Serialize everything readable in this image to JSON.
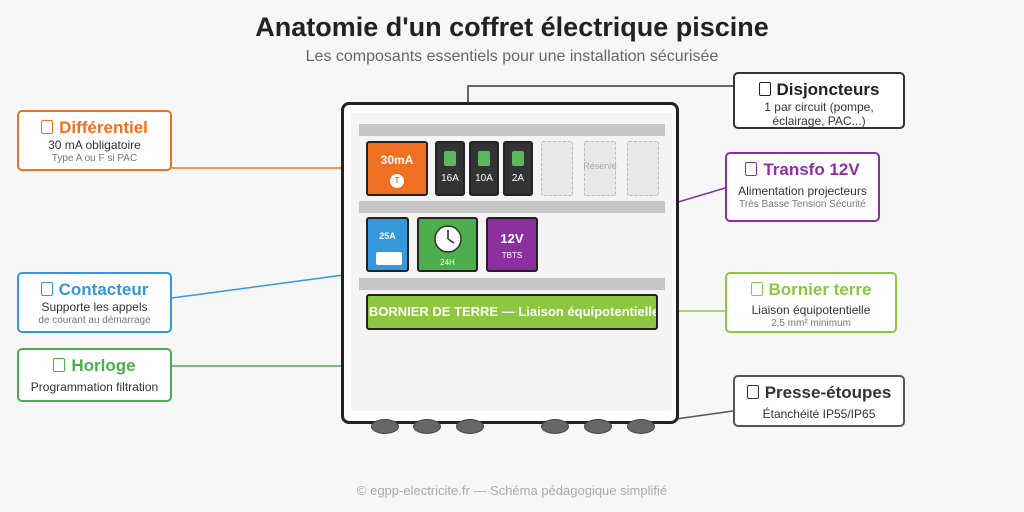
{
  "title": "Anatomie d'un coffret électrique piscine",
  "subtitle": "Les composants essentiels pour une installation sécurisée",
  "footer": "© egpp-electricite.fr — Schéma pédagogique simplifié",
  "colors": {
    "differentiel": "#f07023",
    "contacteur": "#3498db",
    "horloge": "#4cae4c",
    "transfo": "#8e2fa0",
    "bornier": "#8dc63f",
    "disjoncteur": "#333333"
  },
  "modules": {
    "differentiel": {
      "label": "30mA",
      "button": "T"
    },
    "breakers": [
      "16A",
      "10A",
      "2A"
    ],
    "reserve": "Réserve",
    "contacteur": {
      "label": "25A"
    },
    "horloge": {
      "label": "24H",
      "icon": "clock-icon"
    },
    "transfo": {
      "label": "12V",
      "sub": "TBTS"
    },
    "bornier": {
      "label": "BORNIER DE TERRE — Liaison équipotentielle"
    }
  },
  "callouts": {
    "differentiel": {
      "title": "Différentiel",
      "line1": "30 mA obligatoire",
      "line2": "Type A ou F si PAC"
    },
    "contacteur": {
      "title": "Contacteur",
      "line1": "Supporte les appels",
      "line2": "de courant au démarrage"
    },
    "horloge": {
      "title": "Horloge",
      "line1": "Programmation filtration"
    },
    "disjoncteurs": {
      "title": "Disjoncteurs",
      "line1": "1 par circuit (pompe,",
      "line2": "éclairage, PAC...)"
    },
    "transfo": {
      "title": "Transfo 12V",
      "line1": "Alimentation projecteurs",
      "line2": "Très Basse Tension Sécurité"
    },
    "bornier": {
      "title": "Bornier terre",
      "line1": "Liaison équipotentielle",
      "line2": "2,5 mm² minimum"
    },
    "presse": {
      "title": "Presse-étoupes",
      "line1": "Étanchéité IP55/IP65"
    }
  }
}
